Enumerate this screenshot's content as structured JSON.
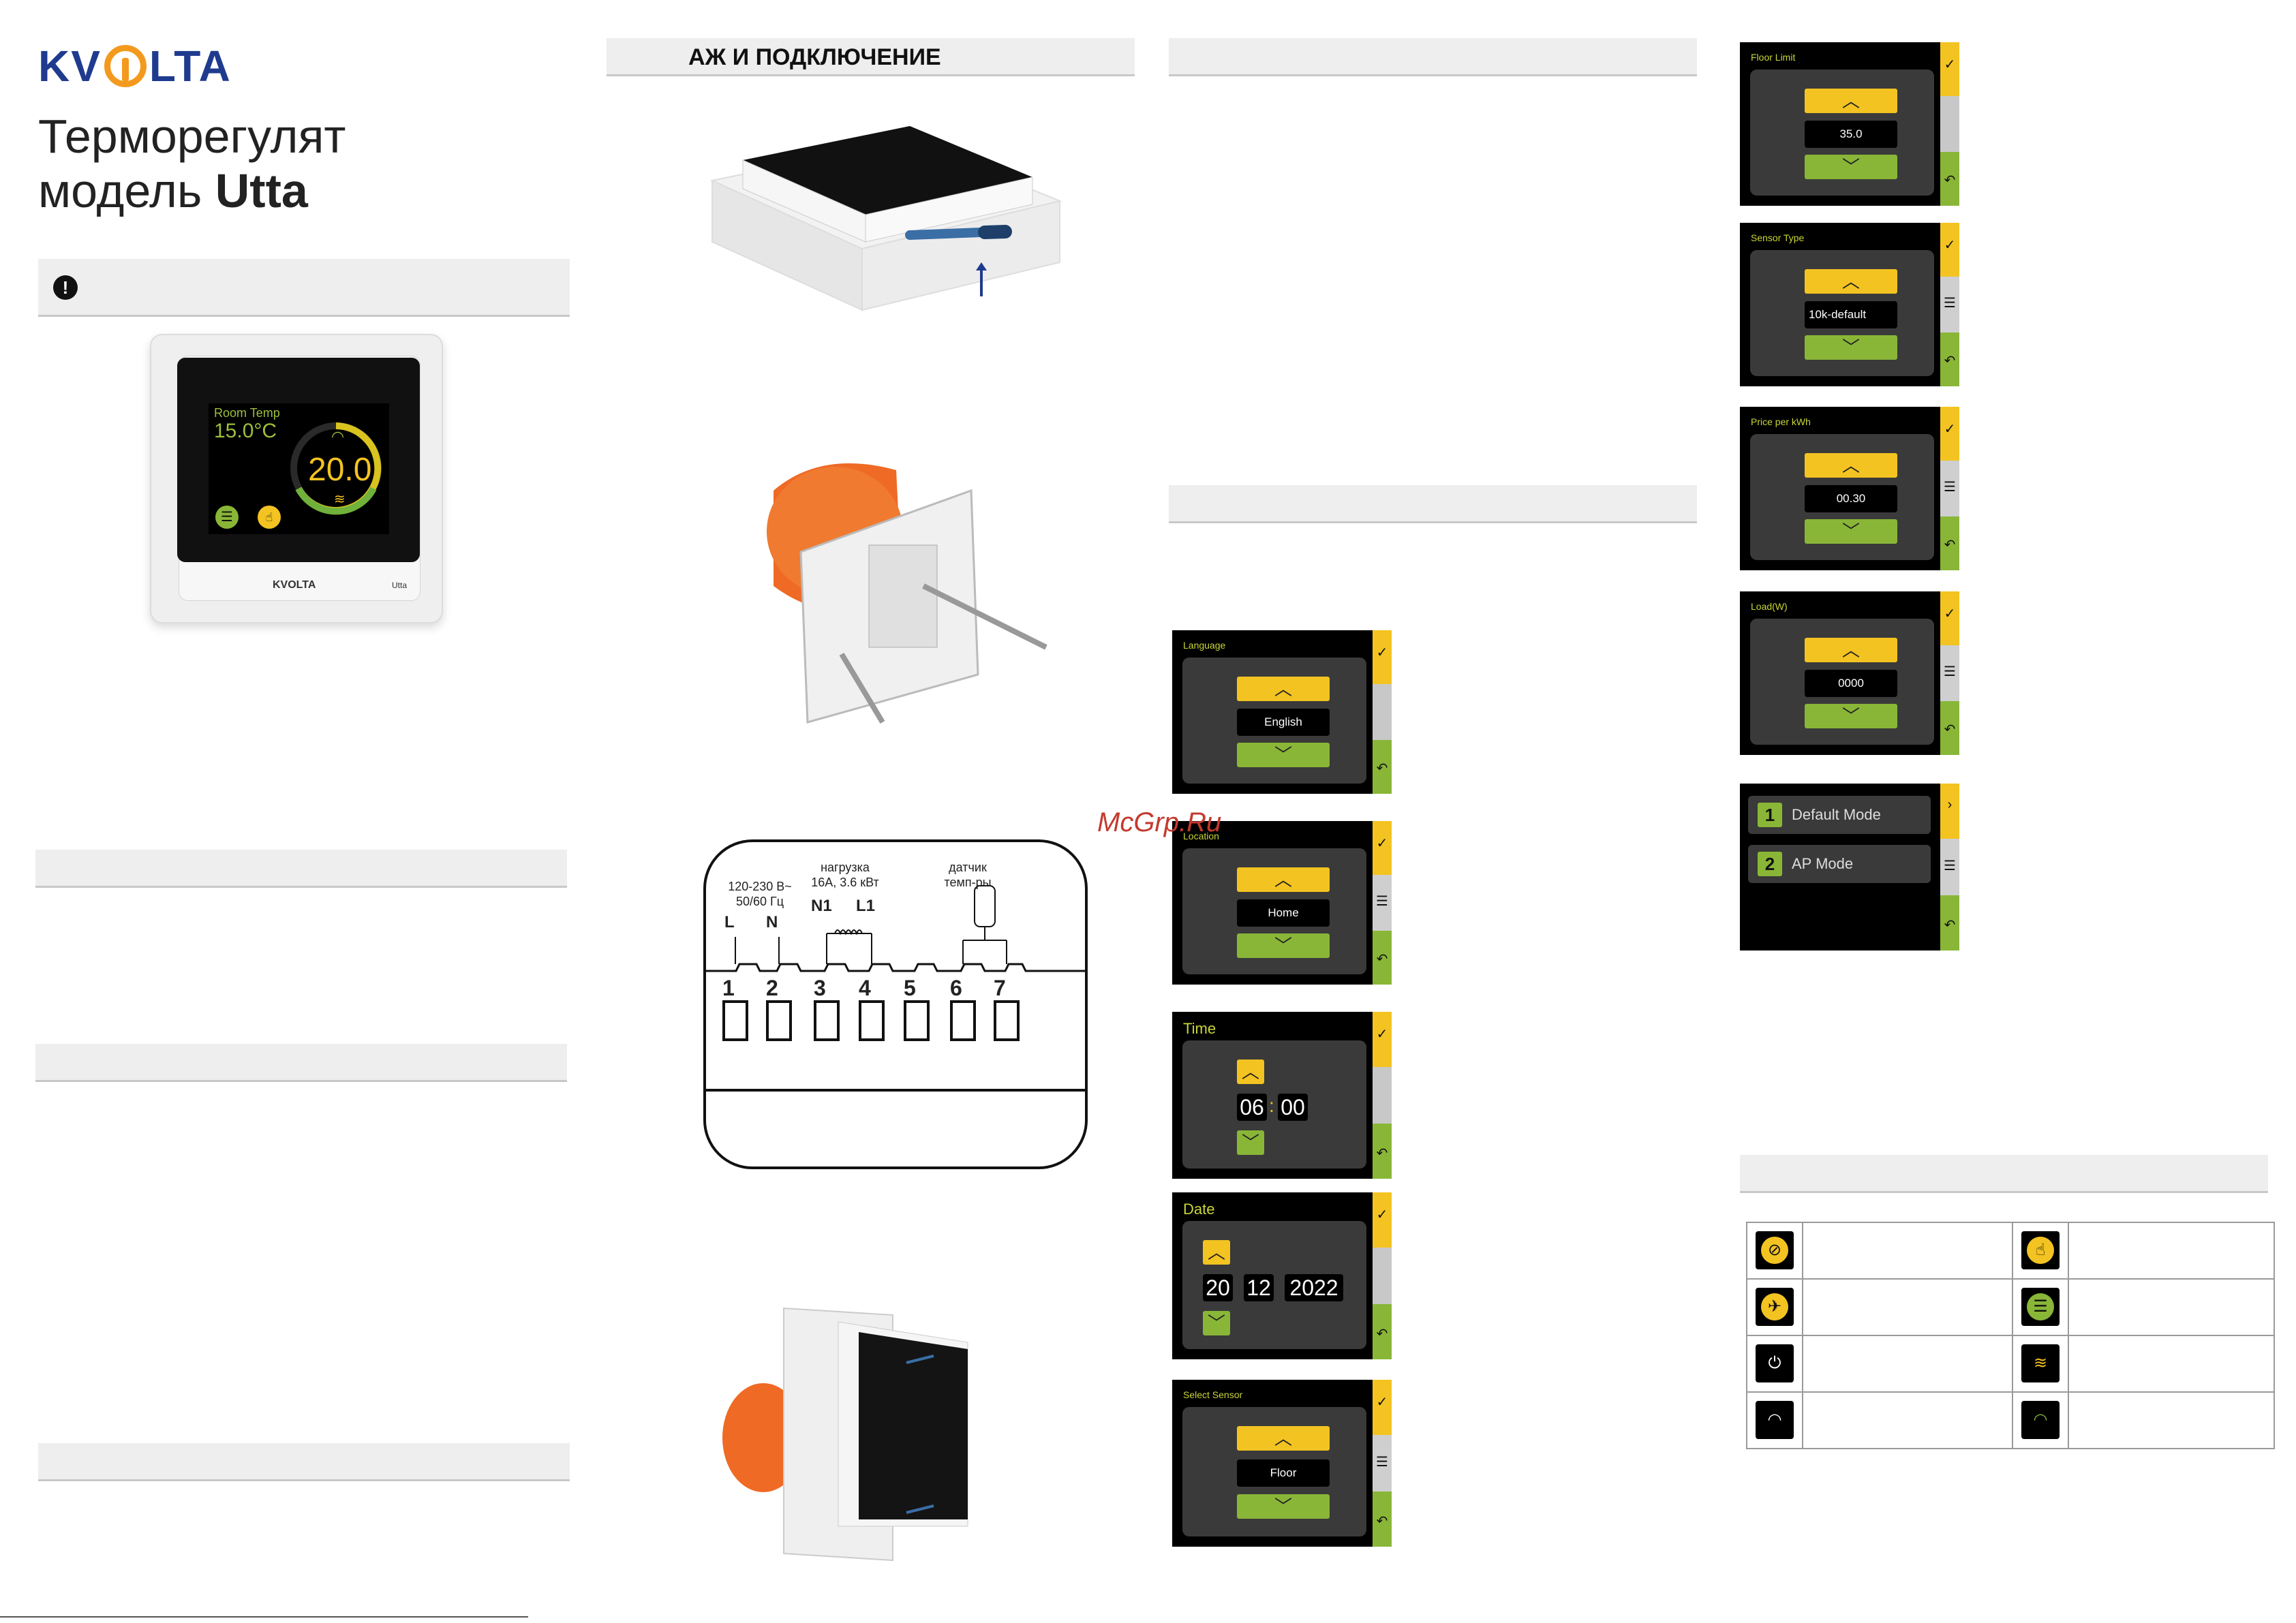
{
  "brand": {
    "logo_text_left": "KV",
    "logo_text_right": "LTA"
  },
  "document": {
    "title_line1": "Терморегулят",
    "title_line2_prefix": "модель ",
    "title_line2_bold": "Utta"
  },
  "sections": {
    "install_title": "АЖ И ПОДКЛЮЧЕНИЕ"
  },
  "device": {
    "room_label": "Room Temp",
    "room_value": "15.0°C",
    "set_value": "20.0",
    "brand_label": "KVOLTA",
    "model_label": "Utta"
  },
  "wiring": {
    "supply_label": "120-230 В~\n50/60 Гц",
    "load_label": "нагрузка\n16А, 3.6 кВт",
    "sensor_label": "датчик\nтемп-ры",
    "terminal_L": "L",
    "terminal_N": "N",
    "terminal_N1": "N1",
    "terminal_L1": "L1",
    "terminals": [
      "1",
      "2",
      "3",
      "4",
      "5",
      "6",
      "7"
    ]
  },
  "screens": {
    "language": {
      "label": "Language",
      "value": "English"
    },
    "location": {
      "label": "Location",
      "value": "Home"
    },
    "time": {
      "label": "Time",
      "hour": "06",
      "minute": "00"
    },
    "date": {
      "label": "Date",
      "day": "20",
      "month": "12",
      "year": "2022"
    },
    "select_sensor": {
      "label": "Select Sensor",
      "value": "Floor"
    },
    "floor_limit": {
      "label": "Floor Limit",
      "value": "35.0"
    },
    "sensor_type": {
      "label": "Sensor Type",
      "value": "10k-default"
    },
    "price": {
      "label": "Price per kWh",
      "value": "00.30"
    },
    "load": {
      "label": "Load(W)",
      "value": "0000"
    },
    "modes": {
      "mode1_num": "1",
      "mode1": "Default Mode",
      "mode2_num": "2",
      "mode2": "AP Mode"
    }
  },
  "watermark": "McGrp.Ru",
  "icons": {
    "accent_yellow": "#f3c321",
    "accent_green": "#89b637",
    "logo_orange": "#f39a1e",
    "logo_blue": "#1f3b8f"
  }
}
